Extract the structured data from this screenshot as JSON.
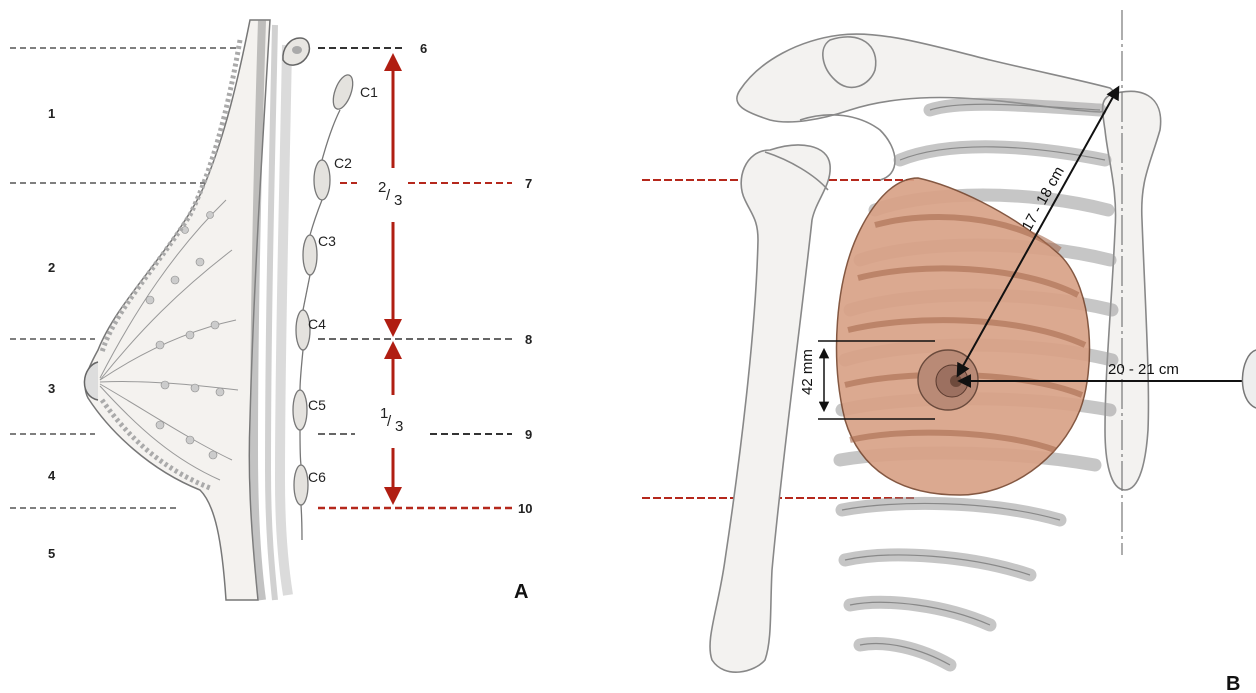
{
  "panel_a": {
    "label": "A",
    "zone_labels": [
      "1",
      "2",
      "3",
      "4",
      "5"
    ],
    "line_numbers": [
      "6",
      "7",
      "8",
      "9",
      "10"
    ],
    "vertebra_labels": [
      "C1",
      "C2",
      "C3",
      "C4",
      "C5",
      "C6"
    ],
    "fraction_upper": {
      "num": "2",
      "den": "3"
    },
    "fraction_lower": {
      "num": "1",
      "den": "3"
    }
  },
  "panel_b": {
    "label": "B",
    "measure_diagonal": "17 - 18 cm",
    "measure_horizontal": "20 - 21 cm",
    "measure_areola": "42 mm"
  },
  "colors": {
    "red_line": "#b5281c",
    "arrow_red": "#b01e12",
    "breast_fill": "#d9a287",
    "bone_stroke": "#8a8a8a"
  }
}
